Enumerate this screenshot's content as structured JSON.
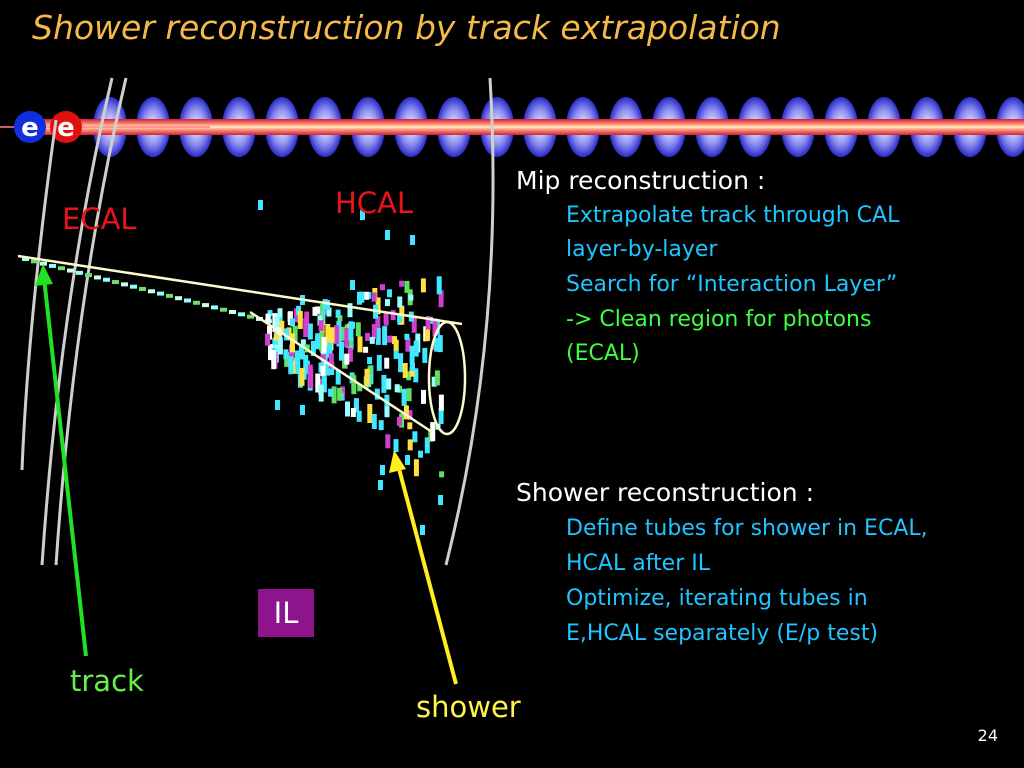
{
  "title": "Shower reconstruction by track extrapolation",
  "labels": {
    "ecal": "ECAL",
    "hcal": "HCAL",
    "il": "IL",
    "track": "track",
    "shower": "shower",
    "beam_e": "e"
  },
  "mip": {
    "heading": "Mip reconstruction :",
    "lines": [
      "Extrapolate track through CAL",
      "layer-by-layer",
      "Search for “Interaction Layer”",
      "-> Clean region for photons",
      "(ECAL)"
    ]
  },
  "shower": {
    "heading": "Shower reconstruction :",
    "lines": [
      "Define tubes for shower in ECAL,",
      "HCAL after IL",
      "Optimize, iterating tubes in",
      "E,HCAL separately (E/p test)"
    ]
  },
  "page_number": "24",
  "colors": {
    "title": "#f5b84a",
    "calorimeter_label": "#e8131b",
    "text_blue": "#20c4ff",
    "text_green": "#3dff3d",
    "track_arrow": "#22e022",
    "shower_arrow": "#ffee22",
    "il_box": "#8e148e"
  }
}
